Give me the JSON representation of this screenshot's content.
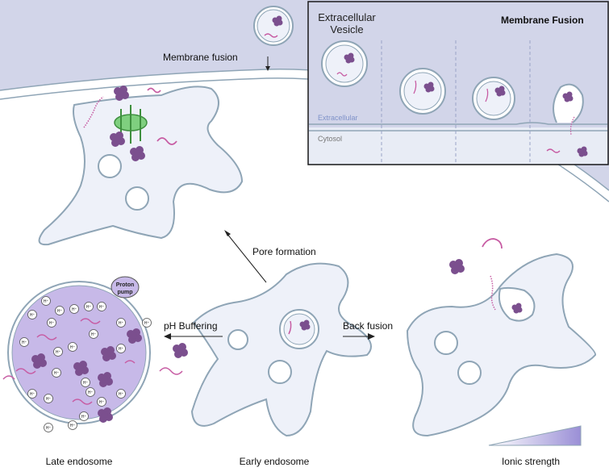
{
  "labels": {
    "membrane_fusion": "Membrane fusion",
    "pore_formation": "Pore formation",
    "ph_buffering": "pH Buffering",
    "back_fusion": "Back fusion",
    "late_endosome": "Late endosome",
    "early_endosome": "Early endosome",
    "ionic_strength": "Ionic strength",
    "proton_pump": "Proton pump",
    "proton": "H⁺"
  },
  "inset": {
    "title": "Membrane Fusion",
    "vesicle_line1": "Extracellular",
    "vesicle_line2": "Vesicle",
    "extracellular": "Extracellular",
    "cytosol": "Cytosol"
  },
  "colors": {
    "membrane_fill": "#d2d5e9",
    "cell_fill": "#eef1f9",
    "cell_stroke": "#8fa5b6",
    "protein": "#7b4f8e",
    "rna": "#c75ca3",
    "late_endosome": "#c7b9e8",
    "pore_green": "#4caf50"
  }
}
